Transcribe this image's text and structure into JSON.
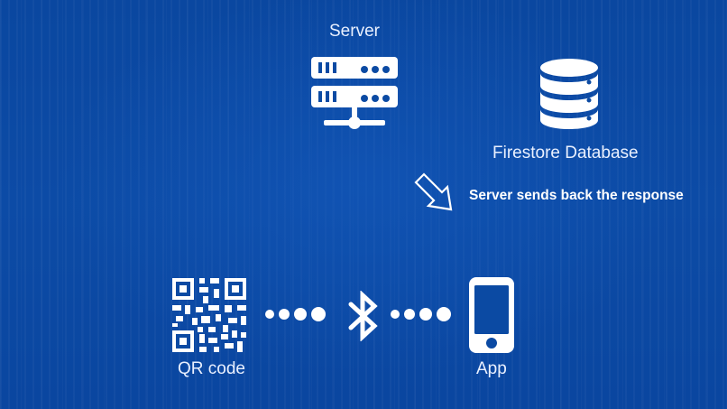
{
  "nodes": {
    "server": {
      "label": "Server",
      "icon": "server-rack-icon"
    },
    "database": {
      "label": "Firestore Database",
      "icon": "database-icon"
    },
    "qr": {
      "label": "QR code",
      "icon": "qr-code-icon"
    },
    "app": {
      "label": "App",
      "icon": "smartphone-icon"
    },
    "bluetooth": {
      "icon": "bluetooth-icon"
    }
  },
  "annotation": {
    "text": "Server sends back the response",
    "icon": "arrow-down-right-icon"
  },
  "colors": {
    "background": "#0b4aa3",
    "foreground": "#ffffff"
  }
}
